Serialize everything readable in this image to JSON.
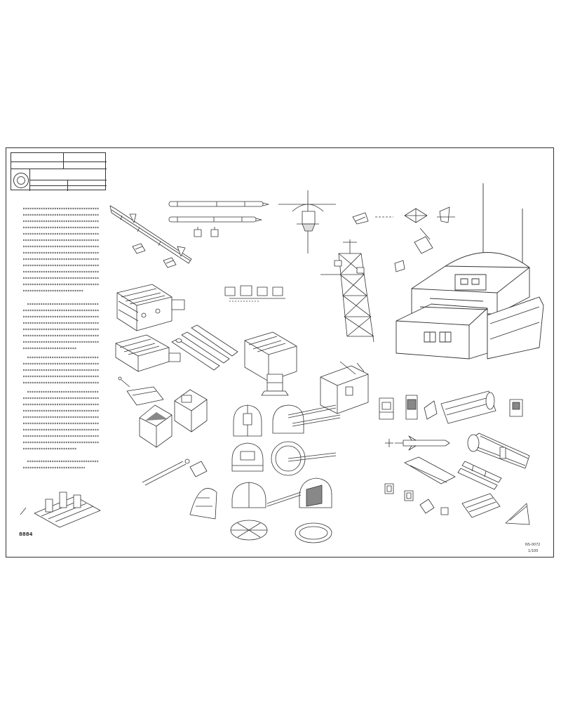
{
  "title_block": {
    "rows": [
      "",
      "",
      "",
      "",
      "",
      ""
    ]
  },
  "body_text": [],
  "labels": [],
  "corner_note": {
    "line1": "NS-0072",
    "line2": "1/100"
  },
  "brand_mark": {
    "code": "8884"
  },
  "colors": {
    "ink": "#333333",
    "paper": "#ffffff",
    "fill_light": "#dddddd",
    "fill_dark": "#888888"
  }
}
